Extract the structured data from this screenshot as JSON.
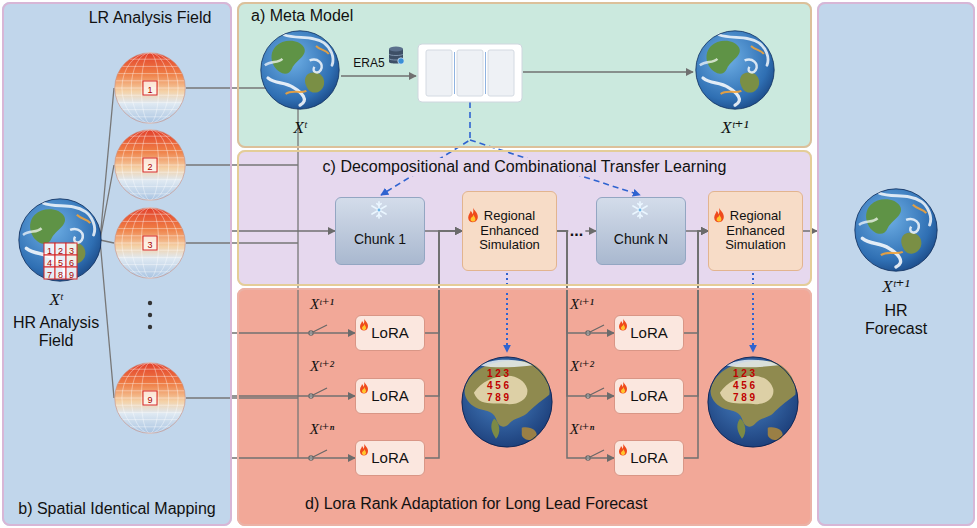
{
  "diagram": {
    "nodes": [
      {
        "text": [
          "b) Spatial Identical Mapping"
        ]
      },
      {
        "text": [
          "a) Meta Model"
        ]
      },
      {
        "text": [
          "c) Decompositional and Combinational Transfer Learning"
        ]
      },
      {
        "text": [
          "Chunk 1"
        ],
        "in": 2
      },
      {
        "text": [
          "Regional Enhanced Simulation"
        ],
        "in": 2
      },
      {
        "text": [
          "Chunk N"
        ],
        "in": 2
      },
      {
        "text": [
          "Regional Enhanced Simulation"
        ],
        "in": 2
      },
      {
        "text": [
          "d) Lora Rank Adaptation for Long Lead Forecast"
        ]
      },
      {
        "text": [
          "LoRA"
        ],
        "in": 7
      },
      {
        "text": [
          "LoRA"
        ],
        "in": 7
      },
      {
        "text": [
          "LoRA"
        ],
        "in": 7
      },
      {
        "text": [
          "LoRA"
        ],
        "in": 7
      },
      {
        "text": [
          "LoRA"
        ],
        "in": 7
      },
      {
        "text": [
          "LoRA"
        ],
        "in": 7
      },
      {
        "text": [
          "HR Forecast"
        ]
      }
    ],
    "edges": [
      {
        "from": 0,
        "to": 3,
        "arrow": "to"
      },
      {
        "from": 0,
        "to": 8,
        "arrow": "to"
      },
      {
        "from": 0,
        "to": 9,
        "arrow": "to"
      },
      {
        "from": 0,
        "to": 10,
        "arrow": "to"
      },
      {
        "from": 3,
        "to": 4,
        "arrow": "to"
      },
      {
        "from": 8,
        "to": 4,
        "arrow": "to"
      },
      {
        "from": 9,
        "to": 4,
        "arrow": "to"
      },
      {
        "from": 10,
        "to": 4,
        "arrow": "to"
      },
      {
        "from": 4,
        "to": 5,
        "label": "...",
        "arrow": "to"
      },
      {
        "from": 4,
        "to": 11,
        "arrow": "to"
      },
      {
        "from": 4,
        "to": 12,
        "arrow": "to"
      },
      {
        "from": 4,
        "to": 13,
        "arrow": "to"
      },
      {
        "from": 5,
        "to": 6,
        "arrow": "to"
      },
      {
        "from": 11,
        "to": 6,
        "arrow": "to"
      },
      {
        "from": 12,
        "to": 6,
        "arrow": "to"
      },
      {
        "from": 13,
        "to": 6,
        "arrow": "to"
      },
      {
        "from": 6,
        "to": 14,
        "arrow": "to"
      }
    ],
    "labels": [
      "LR Analysis Field",
      "1",
      "2",
      "3",
      "4",
      "5",
      "6",
      "7",
      "8",
      "9",
      "Xᵗ",
      "HR Analysis Field",
      "1",
      "2",
      "3",
      "9",
      "ERA5",
      "Xᵗ",
      "Xᵗ⁺¹",
      "Xᵗ⁺¹",
      "Xᵗ⁺²",
      "Xᵗ⁺ⁿ",
      "Xᵗ⁺¹",
      "Xᵗ⁺²",
      "Xᵗ⁺ⁿ",
      "1 2 3",
      "4 5 6",
      "7 8 9",
      "1 2 3",
      "4 5 6",
      "7 8 9",
      "Xᵗ⁺¹"
    ]
  }
}
